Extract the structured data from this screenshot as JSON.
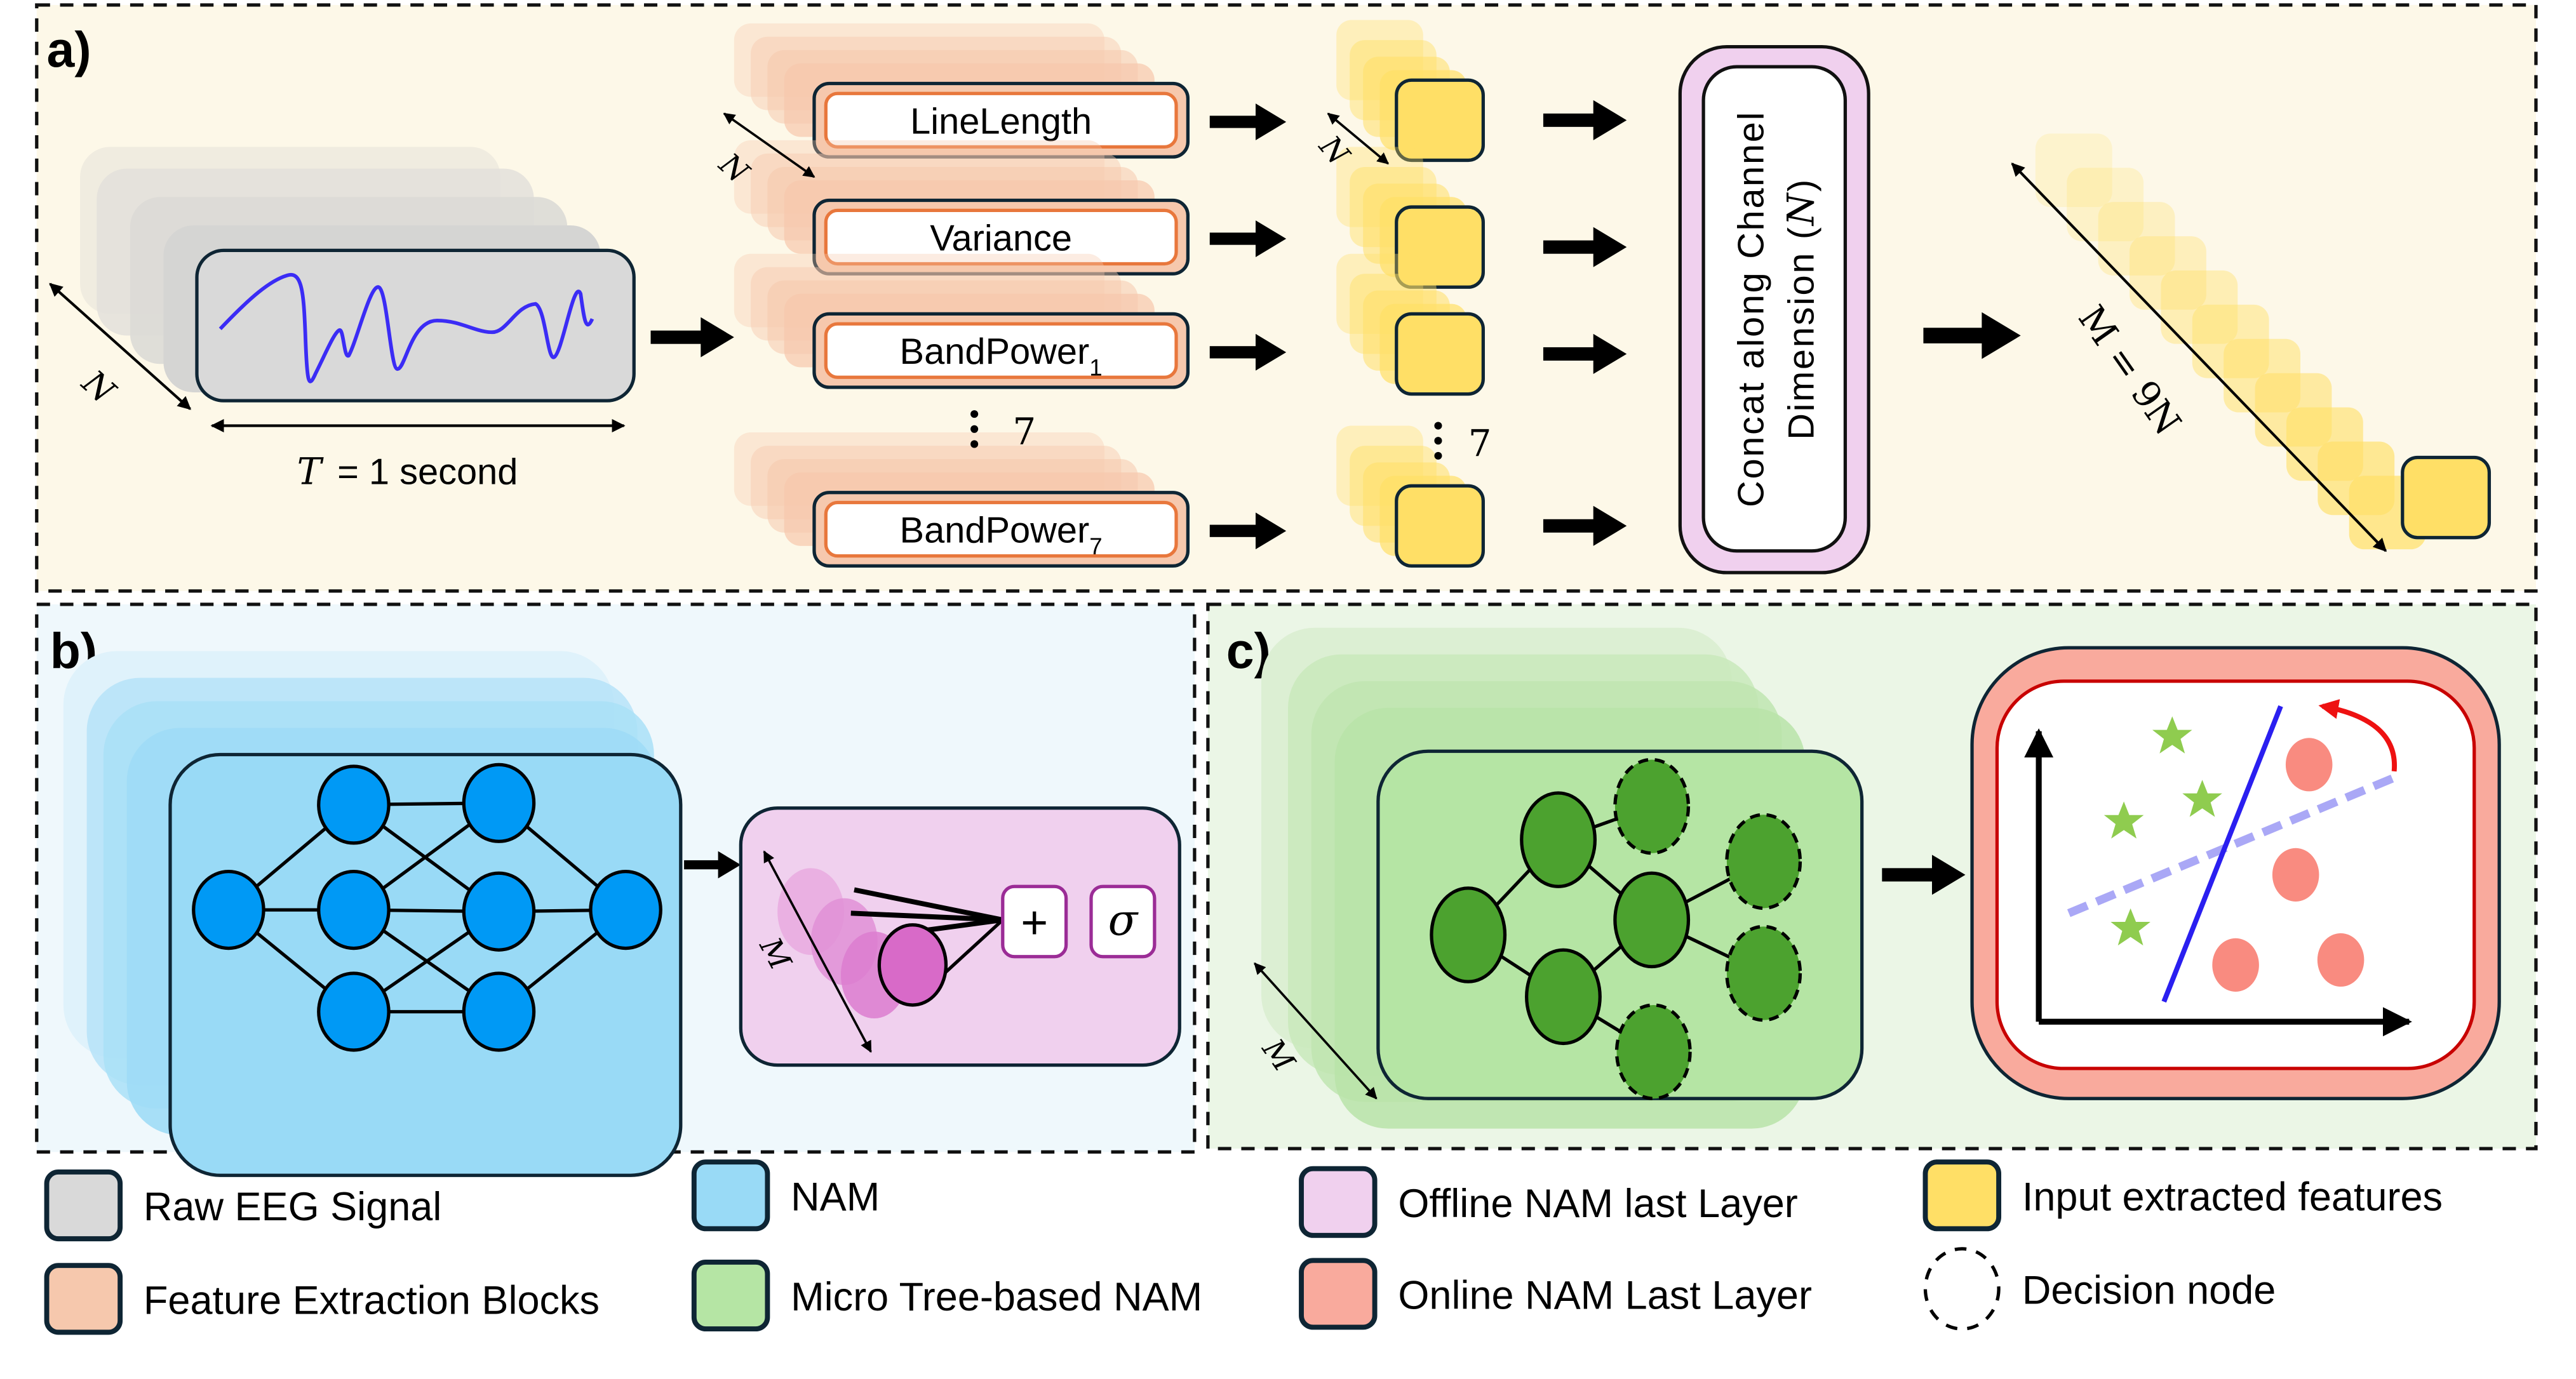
{
  "panels": {
    "a": {
      "label": "a)",
      "raw_signal_caption": "= 1 second",
      "raw_signal_caption_var": "T",
      "dim_label_n": "N",
      "feature_blocks": [
        {
          "name": "LineLength",
          "subscript": ""
        },
        {
          "name": "Variance",
          "subscript": ""
        },
        {
          "name": "BandPower",
          "subscript": "1"
        },
        {
          "name": "BandPower",
          "subscript": "7"
        }
      ],
      "ellipsis_count": "7",
      "concat_line1": "Concat along Channel",
      "concat_line2": "Dimension (",
      "concat_var": "N",
      "concat_close": ")",
      "output_dim_label": "M = 9N"
    },
    "b": {
      "label": "b)",
      "dim_label_m": "M",
      "sum_symbol": "+",
      "sigma_symbol": "σ"
    },
    "c": {
      "label": "c)",
      "dim_label_m": "M"
    }
  },
  "legend": [
    {
      "label": "Raw EEG Signal",
      "color": "#d9d9d9",
      "kind": "box"
    },
    {
      "label": "NAM",
      "color": "#99daf6",
      "kind": "box"
    },
    {
      "label": "Offline NAM last Layer",
      "color": "#f0d0ee",
      "kind": "box"
    },
    {
      "label": "Input extracted features",
      "color": "#ffdf66",
      "kind": "box"
    },
    {
      "label": "Feature Extraction Blocks",
      "color": "#f6c8ad",
      "kind": "box"
    },
    {
      "label": "Micro Tree-based NAM",
      "color": "#b5e5a4",
      "kind": "box"
    },
    {
      "label": "Online NAM Last Layer",
      "color": "#f9aa9d",
      "kind": "box"
    },
    {
      "label": "Decision node",
      "color": "none",
      "kind": "dashed-circle"
    }
  ],
  "colors": {
    "panel_a_bg": "#fdf8e8",
    "panel_b_bg": "#eff8fc",
    "panel_c_bg": "#ebf6e6",
    "eeg_wave": "#3b2cf5",
    "nam_node": "#0099f5",
    "tree_node": "#4ca22f",
    "offline_node": "#d86ac8",
    "feature_orange": "#e8773c",
    "star_green": "#8fcc4f",
    "dot_red": "#f98b80",
    "boundary_blue": "#2a1ff0",
    "boundary_old": "#aaa8f6",
    "update_arrow": "#ee1111"
  }
}
